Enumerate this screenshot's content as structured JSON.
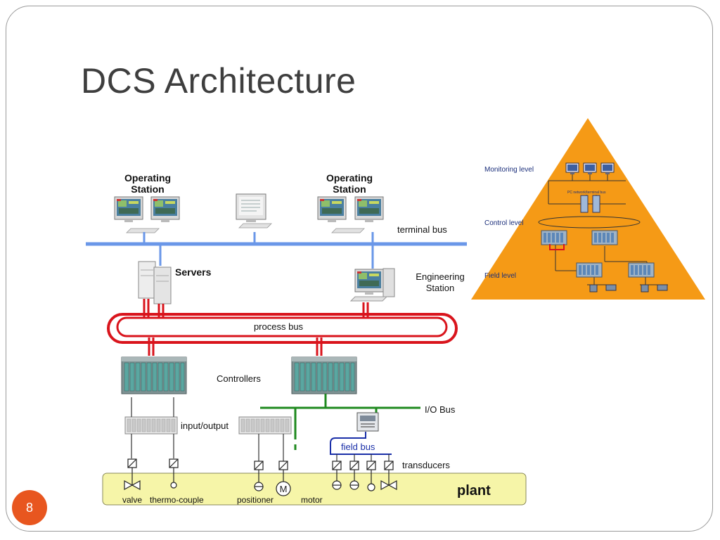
{
  "slide": {
    "title": "DCS Architecture",
    "page_number": "8"
  },
  "diagram": {
    "operating_station_left": [
      "Operating",
      "Station"
    ],
    "operating_station_right": [
      "Operating",
      "Station"
    ],
    "terminal_bus": "terminal bus",
    "servers": "Servers",
    "engineering_station": [
      "Engineering",
      "Station"
    ],
    "process_bus": "process bus",
    "controllers": "Controllers",
    "io_bus": "I/O Bus",
    "input_output": "input/output",
    "field_bus": "field bus",
    "transducers": "transducers",
    "plant": "plant",
    "motor_symbol": "M",
    "plant_labels": {
      "valve": "valve",
      "thermo_couple": "thermo-couple",
      "positioner": "positioner",
      "motor": "motor"
    }
  },
  "pyramid": {
    "monitoring_level": "Monitoring level",
    "network_label": "PC network/terminal bus",
    "control_level": "Control level",
    "field_level": "Field level"
  },
  "colors": {
    "terminal_bus": "#6a97e8",
    "process_bus": "#d9141c",
    "io_bus": "#1f8a1f",
    "field_bus": "#1a2fa8",
    "plant_fill": "#f6f5a8",
    "pyramid_fill": "#f59a16",
    "page_badge": "#e8561f"
  }
}
